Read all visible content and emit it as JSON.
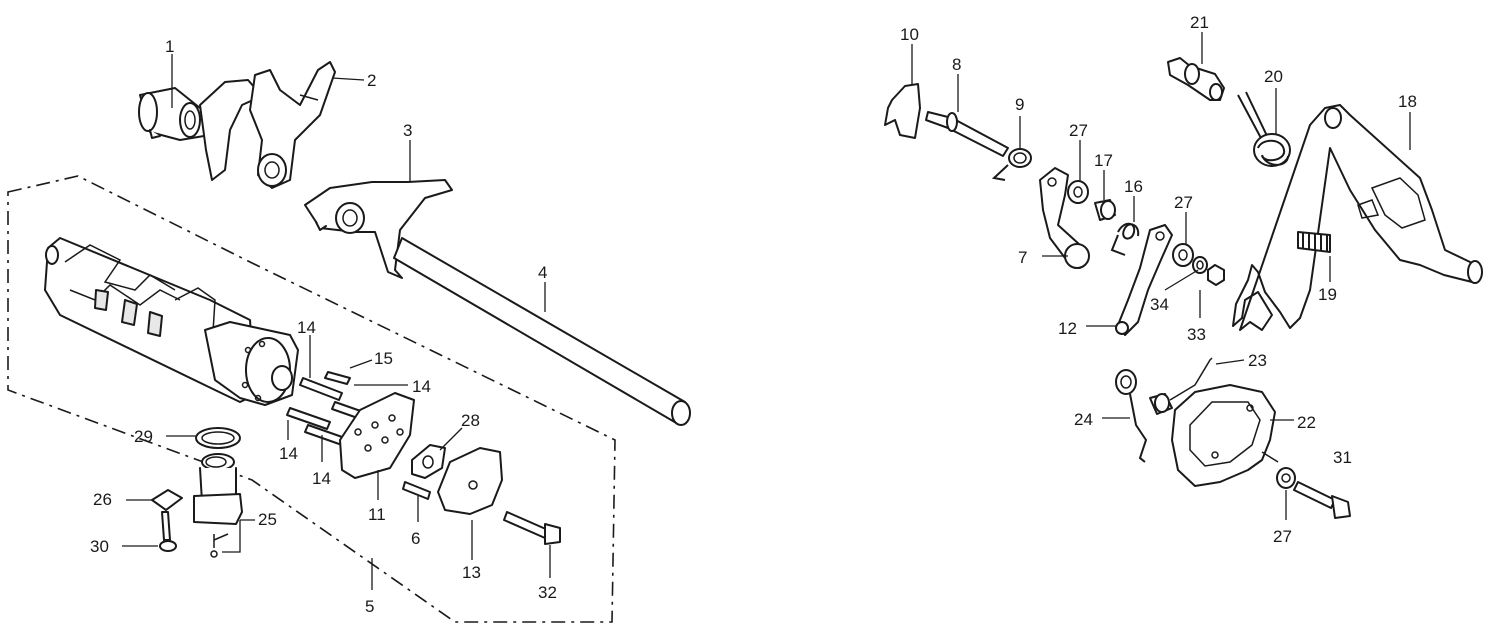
{
  "colors": {
    "ink": "#1a1a1a",
    "paper": "#ffffff"
  },
  "callouts": {
    "c1": "1",
    "c2": "2",
    "c3": "3",
    "c4": "4",
    "c5": "5",
    "c6": "6",
    "c7": "7",
    "c8": "8",
    "c9": "9",
    "c10": "10",
    "c11": "11",
    "c12": "12",
    "c13": "13",
    "c14a": "14",
    "c14b": "14",
    "c14c": "14",
    "c14d": "14",
    "c15": "15",
    "c16": "16",
    "c17": "17",
    "c18": "18",
    "c19": "19",
    "c20": "20",
    "c21": "21",
    "c22": "22",
    "c23": "23",
    "c24": "24",
    "c25": "25",
    "c26": "26",
    "c27a": "27",
    "c27b": "27",
    "c27c": "27",
    "c28": "28",
    "c29": "29",
    "c30": "30",
    "c31": "31",
    "c32": "32",
    "c33": "33",
    "c34": "34"
  }
}
